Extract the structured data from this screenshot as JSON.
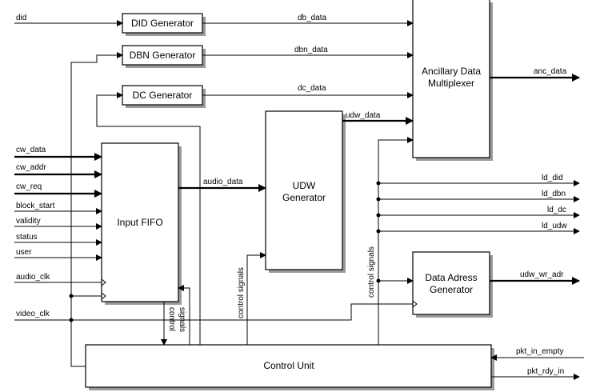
{
  "blocks": {
    "did_gen": "DID Generator",
    "dbn_gen": "DBN Generator",
    "dc_gen": "DC Generator",
    "mux_line1": "Ancillary Data",
    "mux_line2": "Multiplexer",
    "fifo": "Input FIFO",
    "udw_line1": "UDW",
    "udw_line2": "Generator",
    "addr_line1": "Data Adress",
    "addr_line2": "Generator",
    "control": "Control Unit"
  },
  "inputs": {
    "did": "did",
    "cw_data": "cw_data",
    "cw_addr": "cw_addr",
    "cw_req": "cw_req",
    "block_start": "block_start",
    "validity": "validity",
    "status": "status",
    "user": "user",
    "audio_clk": "audio_clk",
    "video_clk": "video_clk",
    "pkt_in_empty": "pkt_in_empty"
  },
  "signals": {
    "db_data": "db_data",
    "dbn_data": "dbn_data",
    "dc_data": "dc_data",
    "udw_data": "udw_data",
    "audio_data": "audio_data",
    "anc_data": "anc_data",
    "ld_did": "ld_did",
    "ld_dbn": "ld_dbn",
    "ld_dc": "ld_dc",
    "ld_udw": "ld_udw",
    "udw_wr_adr": "udw_wr_adr",
    "pkt_rdy_in": "pkt_rdy_in",
    "control_signals": "control signals",
    "control": "control",
    "signals_word": "signals"
  }
}
